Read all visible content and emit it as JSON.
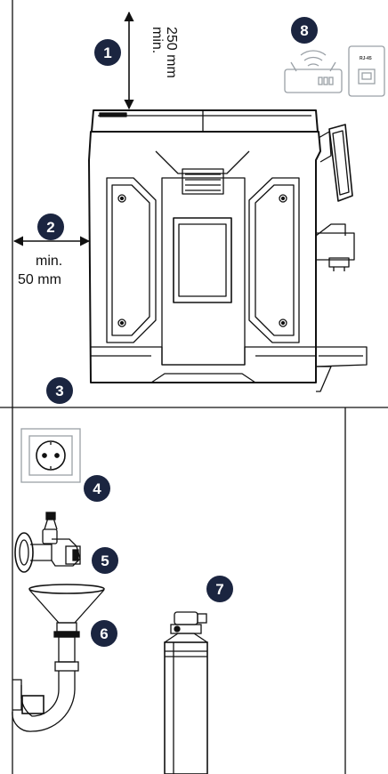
{
  "clearance_top": {
    "line1": "min.",
    "line2": "250 mm"
  },
  "clearance_side": {
    "line1": "min.",
    "line2": "50 mm"
  },
  "router_port_label": "RJ-45",
  "badges": [
    "1",
    "2",
    "3",
    "4",
    "5",
    "6",
    "7",
    "8"
  ],
  "colors": {
    "badge": "#1b2540",
    "line": "#111111",
    "light_line": "#9aa0a6"
  }
}
